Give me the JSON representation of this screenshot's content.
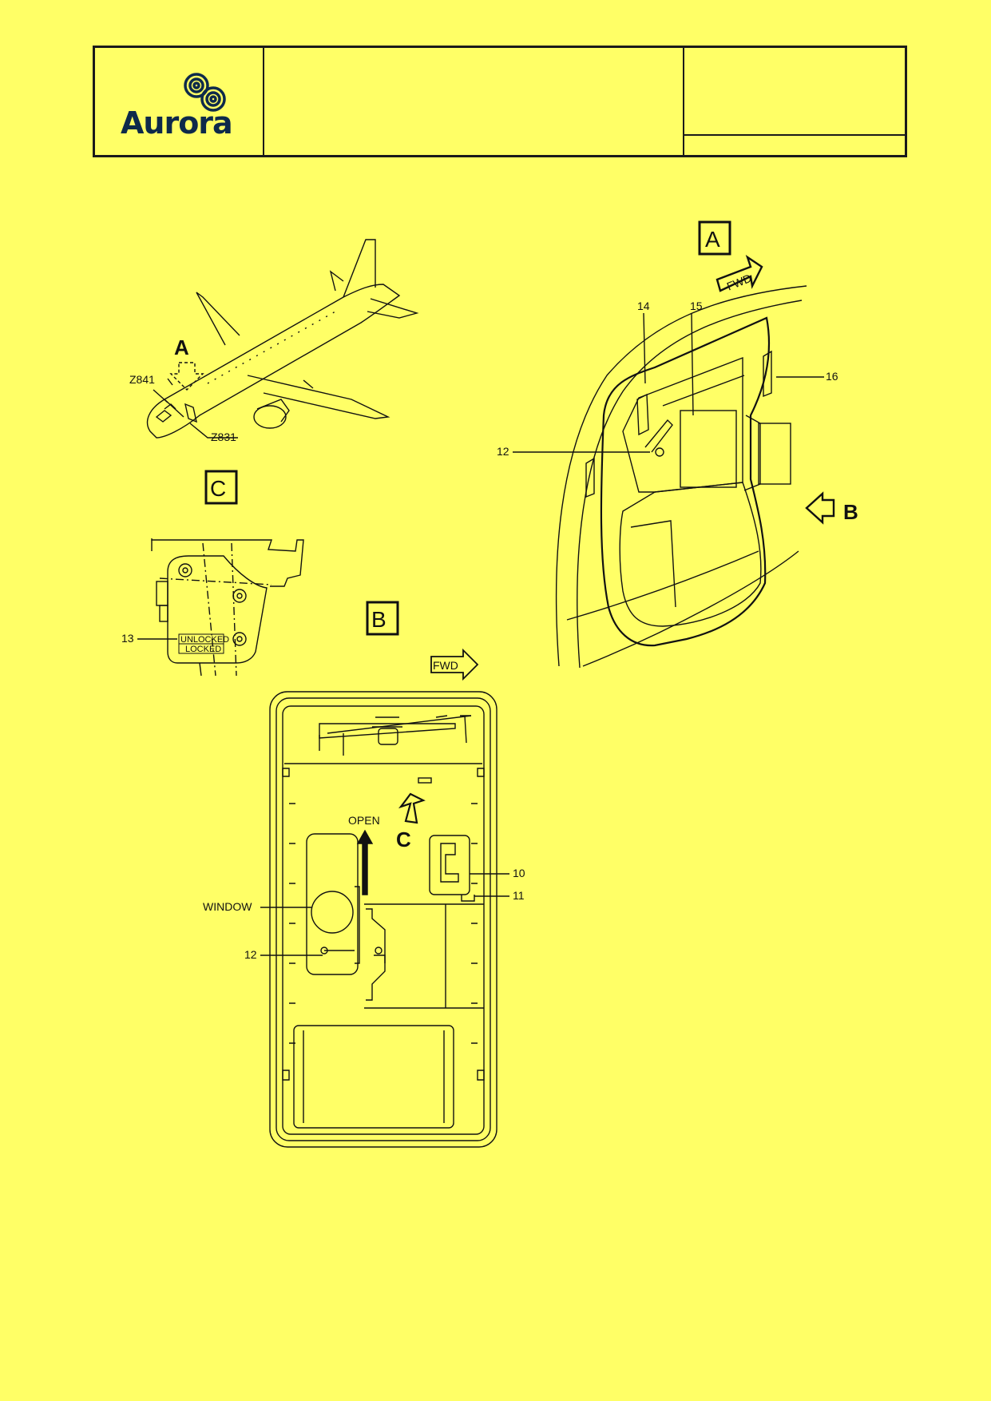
{
  "header": {
    "logo_text": "Aurora",
    "title": "",
    "ref_top": "",
    "ref_bottom": ""
  },
  "colors": {
    "background": "#ffff66",
    "brand": "#0e2a4a",
    "line": "#111111"
  },
  "views": {
    "A": {
      "label": "A",
      "fwd": "FWD",
      "arrow_b": "B",
      "callouts": [
        "14",
        "15",
        "16",
        "12"
      ]
    },
    "aircraft": {
      "arrow_label": "A",
      "zones": [
        "Z841",
        "Z831"
      ]
    },
    "C": {
      "label": "C",
      "callout": "13",
      "unlocked": "UNLOCKED",
      "locked": "LOCKED"
    },
    "B": {
      "label": "B",
      "fwd": "FWD",
      "open": "OPEN",
      "arrow_c": "C",
      "window": "WINDOW",
      "callouts": [
        "10",
        "11",
        "12"
      ]
    }
  }
}
